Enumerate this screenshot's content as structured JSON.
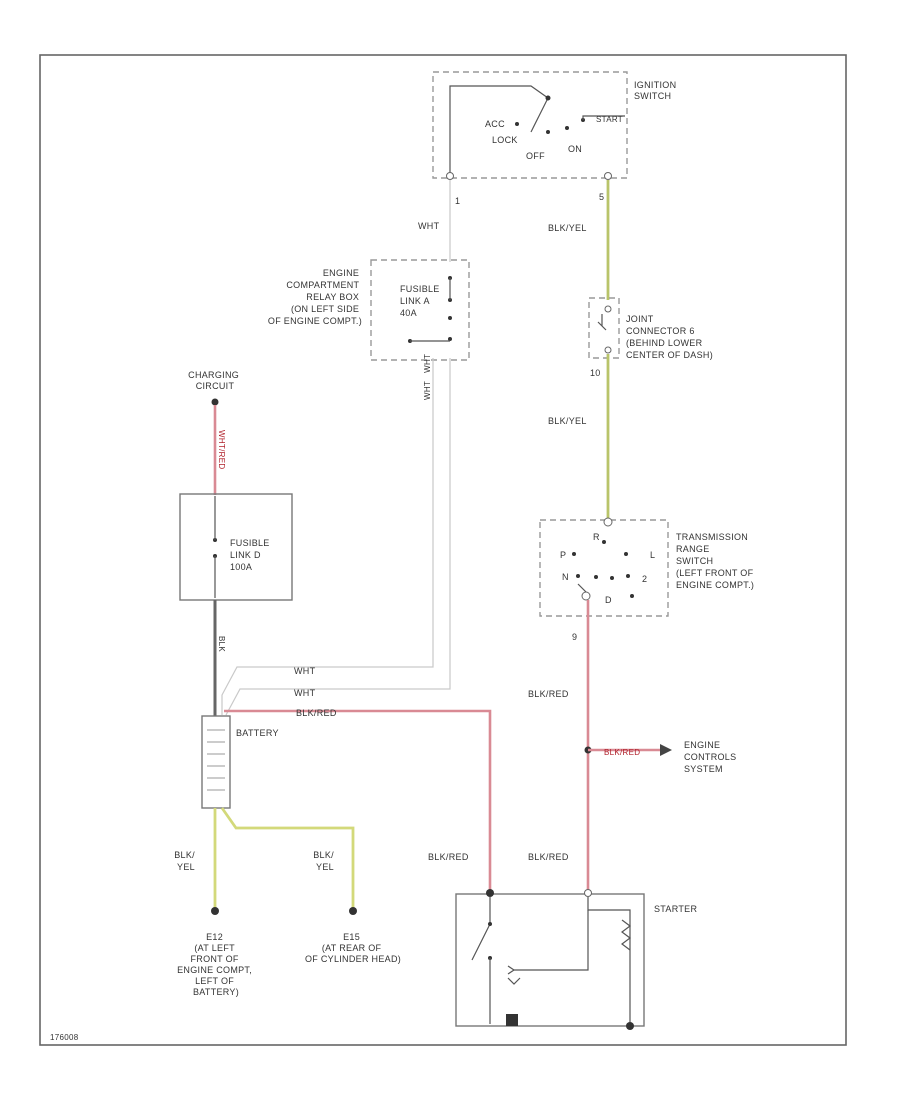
{
  "labels": {
    "ignition_switch": [
      "IGNITION",
      "SWITCH"
    ],
    "acc": "ACC",
    "lock": "LOCK",
    "off": "OFF",
    "on": "ON",
    "start": "START",
    "pin_1": "1",
    "pin_5": "5",
    "wht": "WHT",
    "blk_yel_top": "BLK/YEL",
    "engine_relay_box": [
      "ENGINE",
      "COMPARTMENT",
      "RELAY BOX",
      "(ON LEFT SIDE",
      "OF ENGINE COMPT.)"
    ],
    "fusible_link_a": [
      "FUSIBLE",
      "LINK A",
      "40A"
    ],
    "joint_connector": [
      "JOINT",
      "CONNECTOR 6",
      "(BEHIND LOWER",
      "CENTER OF DASH)"
    ],
    "pin_10": "10",
    "blk_yel_mid": "BLK/YEL",
    "charging_circuit": [
      "CHARGING",
      "CIRCUIT"
    ],
    "wht_red_vertical": "WHT/RED",
    "wht_wht_vertical": [
      "WHT",
      "WHT"
    ],
    "fusible_link_d": [
      "FUSIBLE",
      "LINK D",
      "100A"
    ],
    "transmission_range": [
      "TRANSMISSION",
      "RANGE",
      "SWITCH",
      "(LEFT FRONT OF",
      "ENGINE COMPT.)"
    ],
    "trs_letters": [
      "P",
      "R",
      "N",
      "D",
      "L",
      "2"
    ],
    "pin_9": "9",
    "blk_vertical": "BLK",
    "wht_a": "WHT",
    "wht_b": "WHT",
    "blk_red_battery": "BLK/RED",
    "battery": "BATTERY",
    "blk_red_trs": "BLK/RED",
    "blk_red_ecs": "BLK/RED",
    "engine_controls": [
      "ENGINE",
      "CONTROLS",
      "SYSTEM"
    ],
    "blk_yel_left": [
      "BLK/",
      "YEL"
    ],
    "blk_yel_right": [
      "BLK/",
      "YEL"
    ],
    "blk_red_left": "BLK/RED",
    "blk_red_right": "BLK/RED",
    "starter": "STARTER",
    "ground_e12": [
      "E12",
      "(AT LEFT",
      "FRONT OF",
      "ENGINE COMPT,",
      "LEFT OF",
      "BATTERY)"
    ],
    "ground_e15": [
      "E15",
      "(AT REAR OF",
      "OF CYLINDER HEAD)"
    ],
    "figure_id": "176008"
  }
}
